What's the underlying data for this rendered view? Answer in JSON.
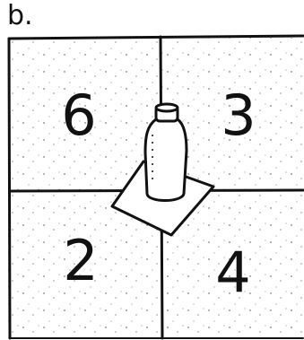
{
  "figure": {
    "panel_label": "b.",
    "quadrants": [
      {
        "position": "top-left",
        "number": "6"
      },
      {
        "position": "top-right",
        "number": "3"
      },
      {
        "position": "bottom-left",
        "number": "2"
      },
      {
        "position": "bottom-right",
        "number": "4"
      }
    ],
    "objects": [
      {
        "name": "bottle",
        "icon": "bottle-icon",
        "placement": "center"
      },
      {
        "name": "coaster",
        "icon": "tilted-square-icon",
        "placement": "under bottle"
      }
    ]
  }
}
